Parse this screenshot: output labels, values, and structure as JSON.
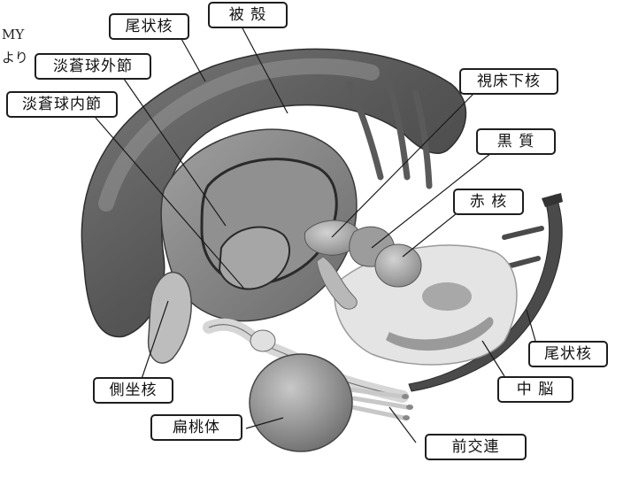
{
  "figure": {
    "margin_text": [
      "MY",
      "より"
    ],
    "labels": {
      "caudate_top": "尾状核",
      "putamen": "被 殻",
      "gp_external": "淡蒼球外節",
      "gp_internal": "淡蒼球内節",
      "subthalamic": "視床下核",
      "substantia_nigra": "黒 質",
      "red_nucleus": "赤 核",
      "caudate_tail": "尾状核",
      "midbrain": "中 脳",
      "accumbens": "側坐核",
      "amygdala": "扁桃体",
      "anterior_commissure": "前交連"
    }
  },
  "colors": {
    "structure_dark": "#5f5f5f",
    "structure_mid": "#8c8c8c",
    "structure_light": "#c4c4c4",
    "label_border": "#1e1e1e",
    "leader_line": "#1a1a1a"
  }
}
